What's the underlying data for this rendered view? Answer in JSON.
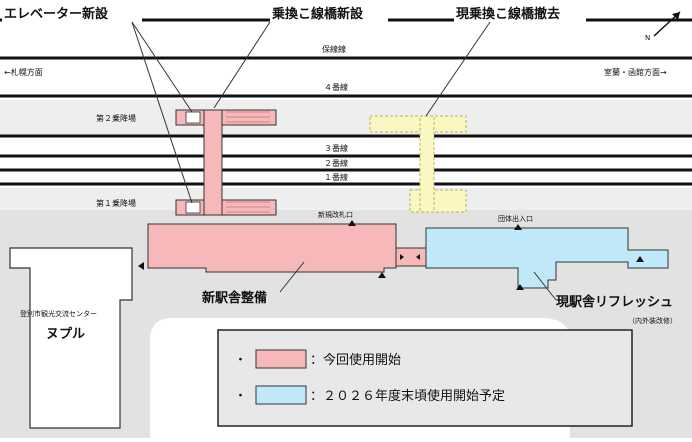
{
  "labels": {
    "elevator_new": "エレベーター新設",
    "bridge_new": "乗換こ線橋新設",
    "bridge_remove": "現乗換こ線橋撤去",
    "hosen": "保線線",
    "dir_sapporo": "←札幌方面",
    "dir_muroran": "室蘭・函館方面→",
    "track4": "４番線",
    "platform2": "第２乗降場",
    "track3": "３番線",
    "track2": "２番線",
    "track1": "１番線",
    "platform1": "第１乗降場",
    "new_gate": "新規改札口",
    "group_entrance": "団体出入口",
    "new_station": "新駅舎整備",
    "current_refresh": "現駅舎リフレッシュ",
    "refresh_note": "（内外装改修）",
    "center_name": "登別市観光交流センター",
    "center_nickname": "ヌプル",
    "north": "N"
  },
  "legend": {
    "bullet": "・",
    "item1": "：今回使用開始",
    "item2": "：２０２６年度末頃使用開始予定"
  },
  "colors": {
    "new_use": "#f6b8b8",
    "future_use": "#bfe8f8",
    "removal": "#fbf7c0",
    "legend_bg": "#e8e8e8",
    "platform": "#eeeeee",
    "ground": "#e2e2e2"
  }
}
